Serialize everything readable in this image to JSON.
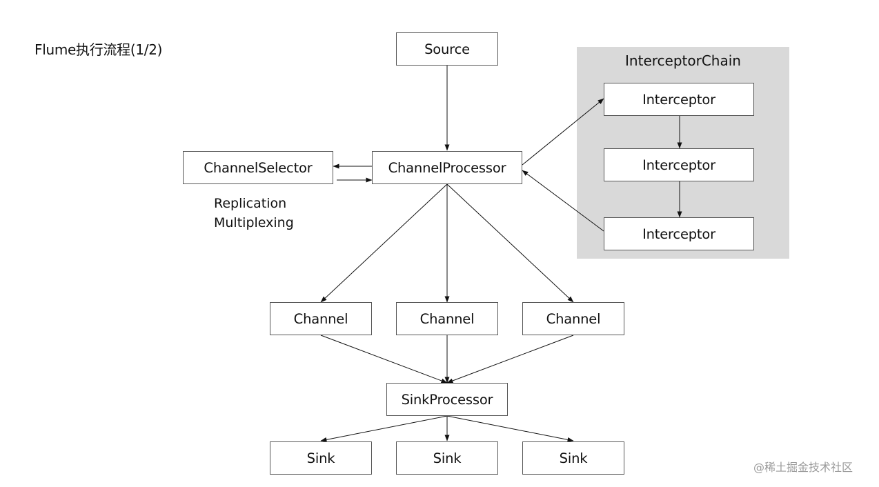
{
  "title": "Flume执行流程(1/2)",
  "interceptor_chain": {
    "label": "InterceptorChain",
    "background": "#d9d9d9"
  },
  "nodes": {
    "source": "Source",
    "channel_selector": "ChannelSelector",
    "channel_processor": "ChannelProcessor",
    "interceptors": [
      "Interceptor",
      "Interceptor",
      "Interceptor"
    ],
    "channels": [
      "Channel",
      "Channel",
      "Channel"
    ],
    "sink_processor": "SinkProcessor",
    "sinks": [
      "Sink",
      "Sink",
      "Sink"
    ]
  },
  "selector_modes": [
    "Replication",
    "Multiplexing"
  ],
  "watermark": "@稀土掘金技术社区"
}
